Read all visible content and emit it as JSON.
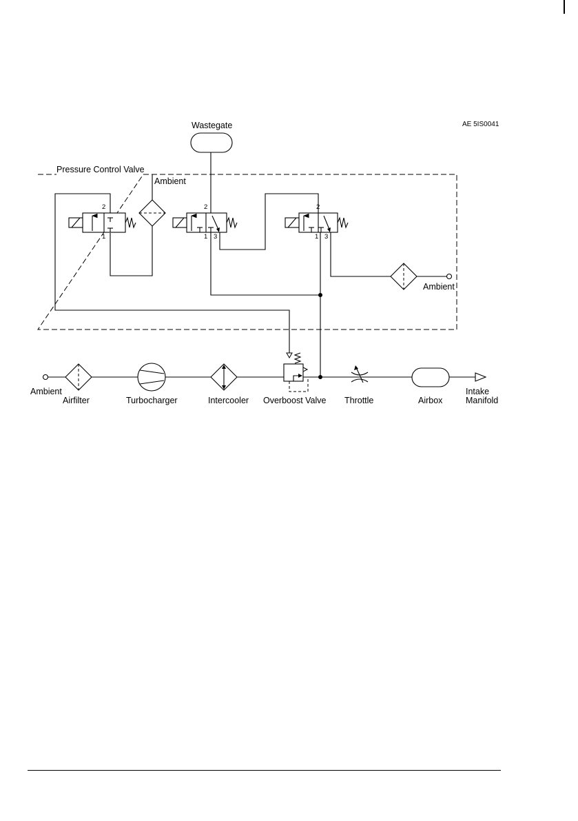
{
  "document": {
    "reference": "AE 5IS0041",
    "title": "Pressure Control Valve",
    "wastegate": "Wastegate",
    "ambient_top": "Ambient",
    "ambient_right": "Ambient",
    "ports": {
      "v1_top": "2",
      "v1_bottom": "1",
      "v2_top": "2",
      "v2_b1": "1",
      "v2_b3": "3",
      "v3_top": "2",
      "v3_b1": "1",
      "v3_b3": "3"
    },
    "chain": {
      "ambient": "Ambient",
      "airfilter": "Airfilter",
      "turbocharger": "Turbocharger",
      "intercooler": "Intercooler",
      "overboost_valve": "Overboost Valve",
      "throttle": "Throttle",
      "airbox": "Airbox",
      "intake_line1": "Intake",
      "intake_line2": "Manifold"
    }
  }
}
